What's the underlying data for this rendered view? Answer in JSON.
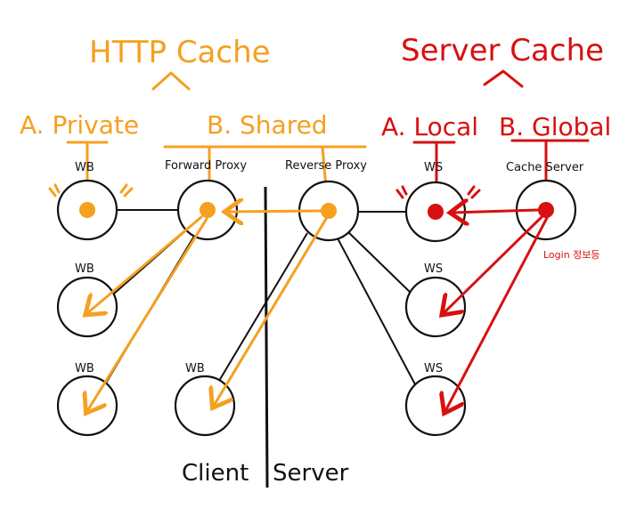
{
  "colors": {
    "http": "#f5a020",
    "server": "#d81010",
    "ink": "#111111"
  },
  "titles": {
    "http_cache": "HTTP Cache",
    "server_cache": "Server Cache",
    "private": "A. Private",
    "shared": "B. Shared",
    "local": "A. Local",
    "global": "B. Global"
  },
  "nodes": {
    "wb_top": "WB",
    "forward_proxy": "Forward Proxy",
    "reverse_proxy": "Reverse Proxy",
    "ws_top": "WS",
    "cache_server": "Cache Server",
    "wb_mid": "WB",
    "wb_bottom": "WB",
    "wb_bottom_center": "WB",
    "ws_mid": "WS",
    "ws_bottom": "WS"
  },
  "annotations": {
    "login_info": "Login 정보등"
  },
  "divider": {
    "client": "Client",
    "server": "Server"
  }
}
